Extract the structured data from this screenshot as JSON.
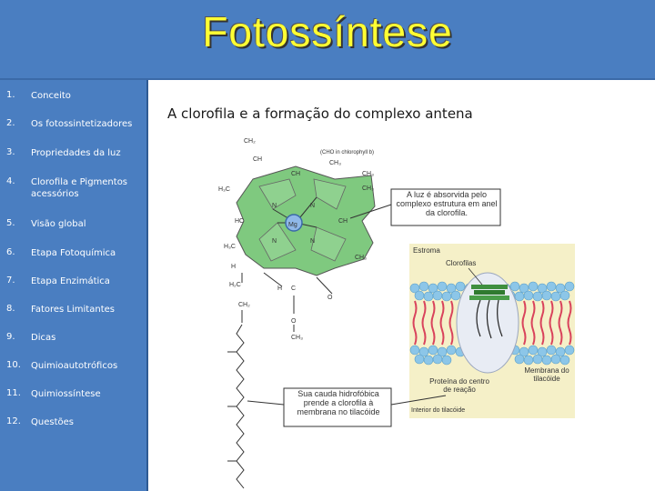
{
  "header": {
    "title": "Fotossíntese"
  },
  "sidebar": {
    "items": [
      {
        "num": "1.",
        "label": "Conceito"
      },
      {
        "num": "2.",
        "label": "Os fotossintetizadores"
      },
      {
        "num": "3.",
        "label": "Propriedades da luz"
      },
      {
        "num": "4.",
        "label": "Clorofila e Pigmentos acessórios"
      },
      {
        "num": "5.",
        "label": "Visão global"
      },
      {
        "num": "6.",
        "label": "Etapa Fotoquímica"
      },
      {
        "num": "7.",
        "label": "Etapa Enzimática"
      },
      {
        "num": "8.",
        "label": "Fatores Limitantes"
      },
      {
        "num": "9.",
        "label": "Dicas"
      },
      {
        "num": "10.",
        "label": "Quimioautotróficos"
      },
      {
        "num": "11.",
        "label": "Quimiossíntese"
      },
      {
        "num": "12.",
        "label": "Questões"
      }
    ]
  },
  "main": {
    "title": "A clorofila e a formação do complexo antena",
    "figure": {
      "chem": {
        "ch2_top": "CH₂",
        "ch": "CH",
        "note": "(CHO in chlorophyll b)",
        "ch3_a": "CH₃",
        "ch_mid": "CH",
        "ch3_b": "CH₃",
        "h3c_left": "H₃C",
        "ch2_right": "CH₃",
        "hc": "HC",
        "mg": "Mg",
        "n": "N",
        "ch_right": "CH",
        "h3c_2": "H₃C",
        "h": "H",
        "ch3_c": "CH₃",
        "h2c": "H₂C",
        "h_2": "H",
        "c": "C",
        "o": "O",
        "ch2_b": "CH₂",
        "o_2": "O",
        "ch3_d": "CH₃"
      },
      "callout_top": "A luz é absorvida pelo complexo estrutura em anel da clorofila.",
      "callout_bottom": "Sua cauda hidrofóbica prende a clorofila à membrana no tilacóide",
      "membrane": {
        "estroma": "Estroma",
        "clorofilas": "Clorofilas",
        "membrana": "Membrana do tilacóide",
        "proteina": "Proteína do centro de reação",
        "interior": "Interior do tilacóide"
      }
    }
  }
}
